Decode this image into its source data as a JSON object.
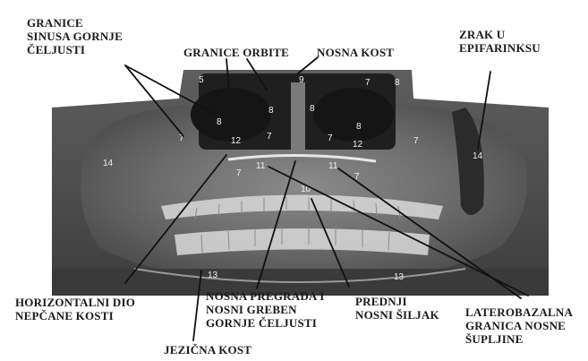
{
  "labels": {
    "sinus": "GRANICE\nSINUSA GORNJE\nČELJUSTI",
    "orbita": "GRANICE ORBITE",
    "nosna_kost": "NOSNA KOST",
    "zrak": "ZRAK U\nEPIFARINKSU",
    "horizontalni": "HORIZONTALNI DIO\nNEPČANE KOSTI",
    "pregrada": "NOSNA PREGRADA I\nNOSNI GREBEN\nGORNJE ČELJUSTI",
    "jezicna": "JEZIČNA KOST",
    "siljak": "PREDNJI\nNOSNI ŠILJAK",
    "laterobazalna": "LATEROBAZALNA\nGRANICA NOSNE\nŠUPLJINE"
  },
  "numbers": {
    "n5": "5",
    "n9": "9",
    "n7a": "7",
    "n7b": "7",
    "n7c": "7",
    "n7d": "7",
    "n7e": "7",
    "n7f": "7",
    "n7g": "7",
    "n8a": "8",
    "n8b": "8",
    "n8c": "8",
    "n8d": "8",
    "n8e": "8",
    "n12a": "12",
    "n12b": "12",
    "n11a": "11",
    "n11b": "11",
    "n10": "10",
    "n14a": "14",
    "n14b": "14",
    "n13a": "13",
    "n13b": "13"
  }
}
